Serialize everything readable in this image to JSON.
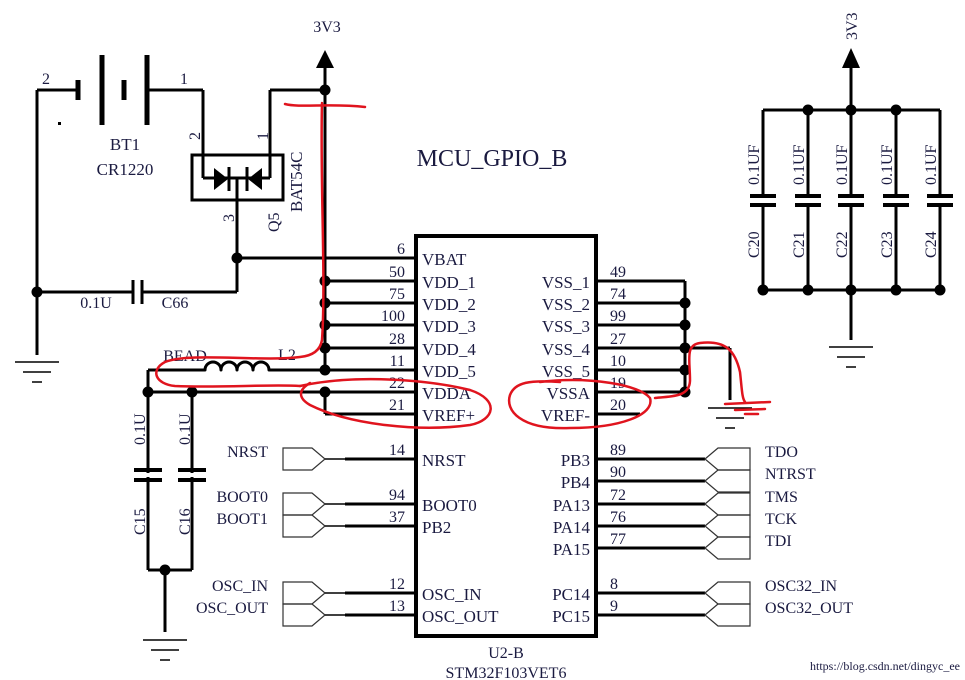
{
  "title": "MCU_GPIO_B",
  "power": {
    "net_left": "3V3",
    "net_right": "3V3"
  },
  "battery": {
    "ref": "BT1",
    "value": "CR1220",
    "pin_left": "2",
    "pin_right": "1"
  },
  "diode": {
    "ref": "Q5",
    "value": "BAT54C",
    "pin_a": "2",
    "pin_b": "1",
    "pin_common": "3"
  },
  "c66": {
    "ref": "C66",
    "value": "0.1U"
  },
  "bead": {
    "ref": "L2",
    "value": "BEAD"
  },
  "c15": {
    "ref": "C15",
    "value": "0.1U"
  },
  "c16": {
    "ref": "C16",
    "value": "0.1U"
  },
  "chip": {
    "ref": "U2-B",
    "part": "STM32F103VET6",
    "left_pins": [
      {
        "num": "6",
        "name": "VBAT"
      },
      {
        "num": "50",
        "name": "VDD_1"
      },
      {
        "num": "75",
        "name": "VDD_2"
      },
      {
        "num": "100",
        "name": "VDD_3"
      },
      {
        "num": "28",
        "name": "VDD_4"
      },
      {
        "num": "11",
        "name": "VDD_5"
      },
      {
        "num": "22",
        "name": "VDDA"
      },
      {
        "num": "21",
        "name": "VREF+"
      },
      {
        "num": "14",
        "name": "NRST"
      },
      {
        "num": "94",
        "name": "BOOT0"
      },
      {
        "num": "37",
        "name": "PB2"
      },
      {
        "num": "12",
        "name": "OSC_IN"
      },
      {
        "num": "13",
        "name": "OSC_OUT"
      }
    ],
    "right_pins": [
      {
        "num": "49",
        "name": "VSS_1"
      },
      {
        "num": "74",
        "name": "VSS_2"
      },
      {
        "num": "99",
        "name": "VSS_3"
      },
      {
        "num": "27",
        "name": "VSS_4"
      },
      {
        "num": "10",
        "name": "VSS_5"
      },
      {
        "num": "19",
        "name": "VSSA"
      },
      {
        "num": "20",
        "name": "VREF-"
      },
      {
        "num": "89",
        "name": "PB3"
      },
      {
        "num": "90",
        "name": "PB4"
      },
      {
        "num": "72",
        "name": "PA13"
      },
      {
        "num": "76",
        "name": "PA14"
      },
      {
        "num": "77",
        "name": "PA15"
      },
      {
        "num": "8",
        "name": "PC14"
      },
      {
        "num": "9",
        "name": "PC15"
      }
    ]
  },
  "ports_left": [
    "NRST",
    "BOOT0",
    "BOOT1",
    "OSC_IN",
    "OSC_OUT"
  ],
  "ports_right": [
    "TDO",
    "NTRST",
    "TMS",
    "TCK",
    "TDI",
    "OSC32_IN",
    "OSC32_OUT"
  ],
  "decoupling": [
    {
      "ref": "C20",
      "value": "0.1UF"
    },
    {
      "ref": "C21",
      "value": "0.1UF"
    },
    {
      "ref": "C22",
      "value": "0.1UF"
    },
    {
      "ref": "C23",
      "value": "0.1UF"
    },
    {
      "ref": "C24",
      "value": "0.1UF"
    }
  ],
  "watermark": "https://blog.csdn.net/dingyc_ee",
  "colors": {
    "wire": "#000000",
    "annotation": "#e0141e",
    "text": "#1a1a40",
    "watermark": "#b8b8b8"
  }
}
